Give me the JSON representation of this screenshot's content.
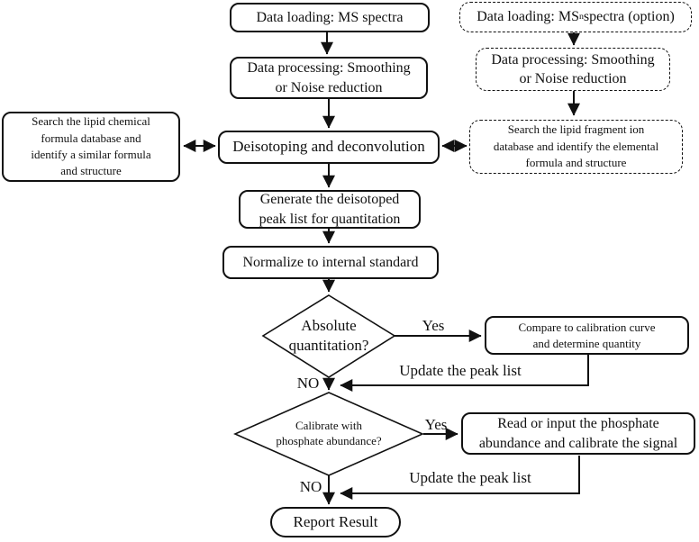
{
  "figure": {
    "type": "flowchart",
    "background_color": "#ffffff",
    "line_color": "#111111"
  },
  "nodes": {
    "data_loading_ms": {
      "label": "Data loading: MS spectra"
    },
    "data_loading_msn": {
      "pre": "Data loading: MS",
      "sup": "n",
      "post": " spectra (option)"
    },
    "data_processing_left": {
      "label": "Data processing: Smoothing\nor Noise reduction"
    },
    "data_processing_right": {
      "label": "Data processing: Smoothing\nor Noise reduction"
    },
    "search_chemical": {
      "label": "Search the lipid chemical\nformula database and\nidentify a similar formula\nand structure"
    },
    "deisotoping": {
      "label": "Deisotoping and deconvolution"
    },
    "search_fragment": {
      "label": "Search the lipid fragment ion\ndatabase and identify the elemental\nformula and structure"
    },
    "generate_peaklist": {
      "label": "Generate the deisotoped\npeak list for quantitation"
    },
    "normalize": {
      "label": "Normalize to internal standard"
    },
    "decision_absolute": {
      "label": "Absolute\nquantitation?"
    },
    "compare_calibration": {
      "label": "Compare to calibration curve\nand determine quantity"
    },
    "decision_phosphate": {
      "label": "Calibrate with\nphosphate abundance?"
    },
    "read_phosphate": {
      "label": "Read or input the phosphate\nabundance and calibrate the signal"
    },
    "report_result": {
      "label": "Report Result"
    }
  },
  "edge_labels": {
    "yes1": "Yes",
    "no1": "NO",
    "update1": "Update the peak list",
    "yes2": "Yes",
    "no2": "NO",
    "update2": "Update the peak list"
  }
}
